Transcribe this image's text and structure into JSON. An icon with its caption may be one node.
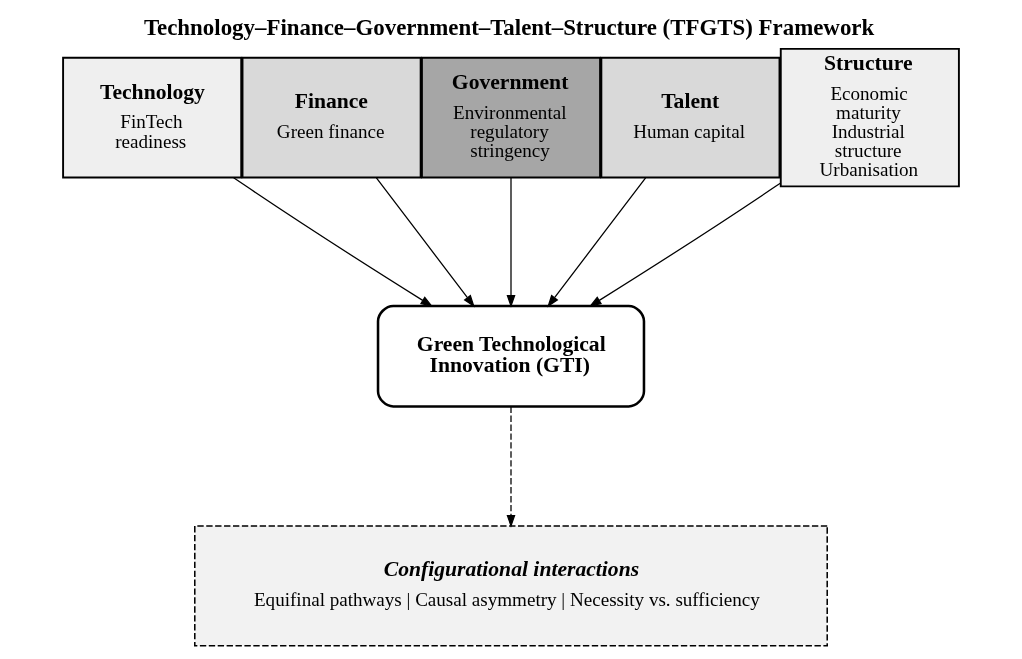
{
  "diagram": {
    "title": "Technology–Finance–Government–Talent–Structure (TFGTS) Framework",
    "nodes": [
      {
        "text": [
          "Technology",
          "FinTech readiness"
        ]
      },
      {
        "text": [
          "Finance",
          "Green finance"
        ]
      },
      {
        "text": [
          "Government",
          "Environmental regulatory stringency"
        ]
      },
      {
        "text": [
          "Talent",
          "Human capital"
        ]
      },
      {
        "text": [
          "Structure",
          "Economic maturity",
          "Industrial structure",
          "Urbanisation"
        ]
      },
      {
        "text": [
          "Green Technological Innovation (GTI)"
        ]
      },
      {
        "text": [
          "Configurational interactions",
          "Equifinal pathways | Causal asymmetry | Necessity vs. sufficiency"
        ]
      }
    ],
    "edges": [
      {
        "from": 0,
        "to": 5,
        "arrow": "to"
      },
      {
        "from": 1,
        "to": 5,
        "arrow": "to"
      },
      {
        "from": 2,
        "to": 5,
        "arrow": "to"
      },
      {
        "from": 3,
        "to": 5,
        "arrow": "to"
      },
      {
        "from": 4,
        "to": 5,
        "arrow": "to"
      },
      {
        "from": 5,
        "to": 6,
        "arrow": "to",
        "style": "dashed"
      }
    ]
  }
}
